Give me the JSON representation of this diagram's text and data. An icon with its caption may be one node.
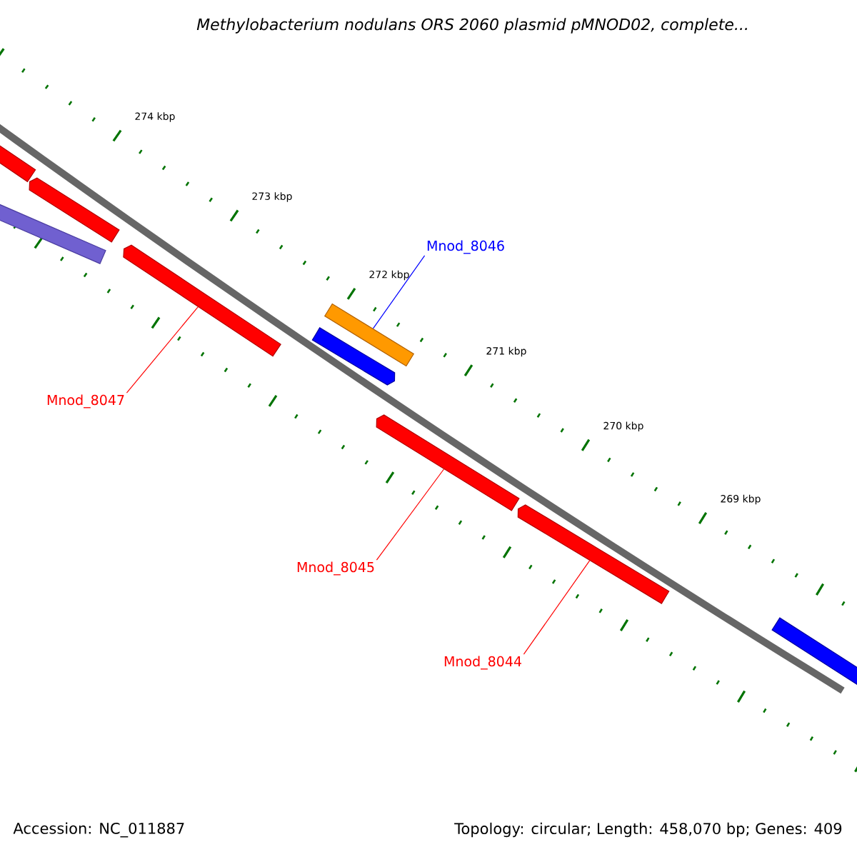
{
  "diagram": {
    "title": "Methylobacterium nodulans ORS 2060 plasmid pMNOD02, complete...",
    "nodes": [
      {
        "text": [],
        "shape": "bar"
      },
      {
        "text": [],
        "shape": "bar"
      },
      {
        "text": [],
        "shape": "bar"
      },
      {
        "text": [],
        "shape": "bar"
      },
      {
        "text": [],
        "shape": "bar"
      },
      {
        "text": [],
        "shape": "bar"
      },
      {
        "text": [],
        "shape": "bar"
      },
      {
        "text": [],
        "shape": "bar"
      },
      {
        "text": [],
        "shape": "bar"
      },
      {
        "text": [
          "Mnod_8046"
        ]
      },
      {
        "text": [
          "Mnod_8047"
        ]
      },
      {
        "text": [
          "Mnod_8045"
        ]
      },
      {
        "text": [
          "Mnod_8044"
        ]
      }
    ],
    "edges": [
      {
        "from": 9,
        "to": 4,
        "arrow": "none",
        "color": "#0000ff"
      },
      {
        "from": 10,
        "to": 3,
        "arrow": "none"
      },
      {
        "from": 11,
        "to": 6,
        "arrow": "none"
      },
      {
        "from": 12,
        "to": 7,
        "arrow": "none"
      }
    ],
    "labels": [
      "274 kbp",
      "273 kbp",
      "272 kbp",
      "271 kbp",
      "270 kbp",
      "269 kbp",
      "Accession: NC_011887",
      "Topology: circular; Length: 458,070 bp; Genes: 409"
    ]
  }
}
